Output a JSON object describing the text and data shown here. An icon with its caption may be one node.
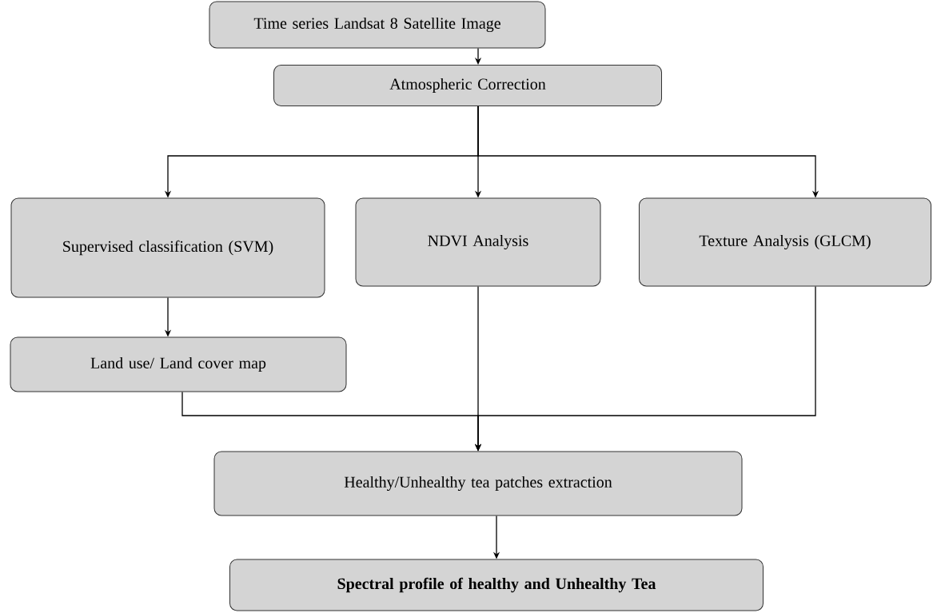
{
  "diagram": {
    "nodes": [
      {
        "text": [
          "Time series Landsat 8 Satellite Image"
        ]
      },
      {
        "text": [
          "Atmospheric Correction"
        ]
      },
      {
        "text": [
          "Supervised classification (SVM)"
        ]
      },
      {
        "text": [
          "NDVI Analysis"
        ]
      },
      {
        "text": [
          "Texture Analysis (GLCM)"
        ]
      },
      {
        "text": [
          "Land use/ Land cover map"
        ]
      },
      {
        "text": [
          "Healthy/Unhealthy tea patches extraction"
        ]
      },
      {
        "text": [
          "Spectral profile of healthy and Unhealthy Tea"
        ]
      }
    ],
    "edges": [
      {
        "from": 0,
        "to": 1,
        "arrow": "to"
      },
      {
        "from": 1,
        "to": 2,
        "arrow": "to"
      },
      {
        "from": 1,
        "to": 3,
        "arrow": "to"
      },
      {
        "from": 1,
        "to": 4,
        "arrow": "to"
      },
      {
        "from": 2,
        "to": 5,
        "arrow": "to"
      },
      {
        "from": 5,
        "to": 6,
        "arrow": "to"
      },
      {
        "from": 3,
        "to": 6,
        "arrow": "to"
      },
      {
        "from": 4,
        "to": 6,
        "arrow": "to"
      },
      {
        "from": 6,
        "to": 7,
        "arrow": "to"
      }
    ]
  }
}
